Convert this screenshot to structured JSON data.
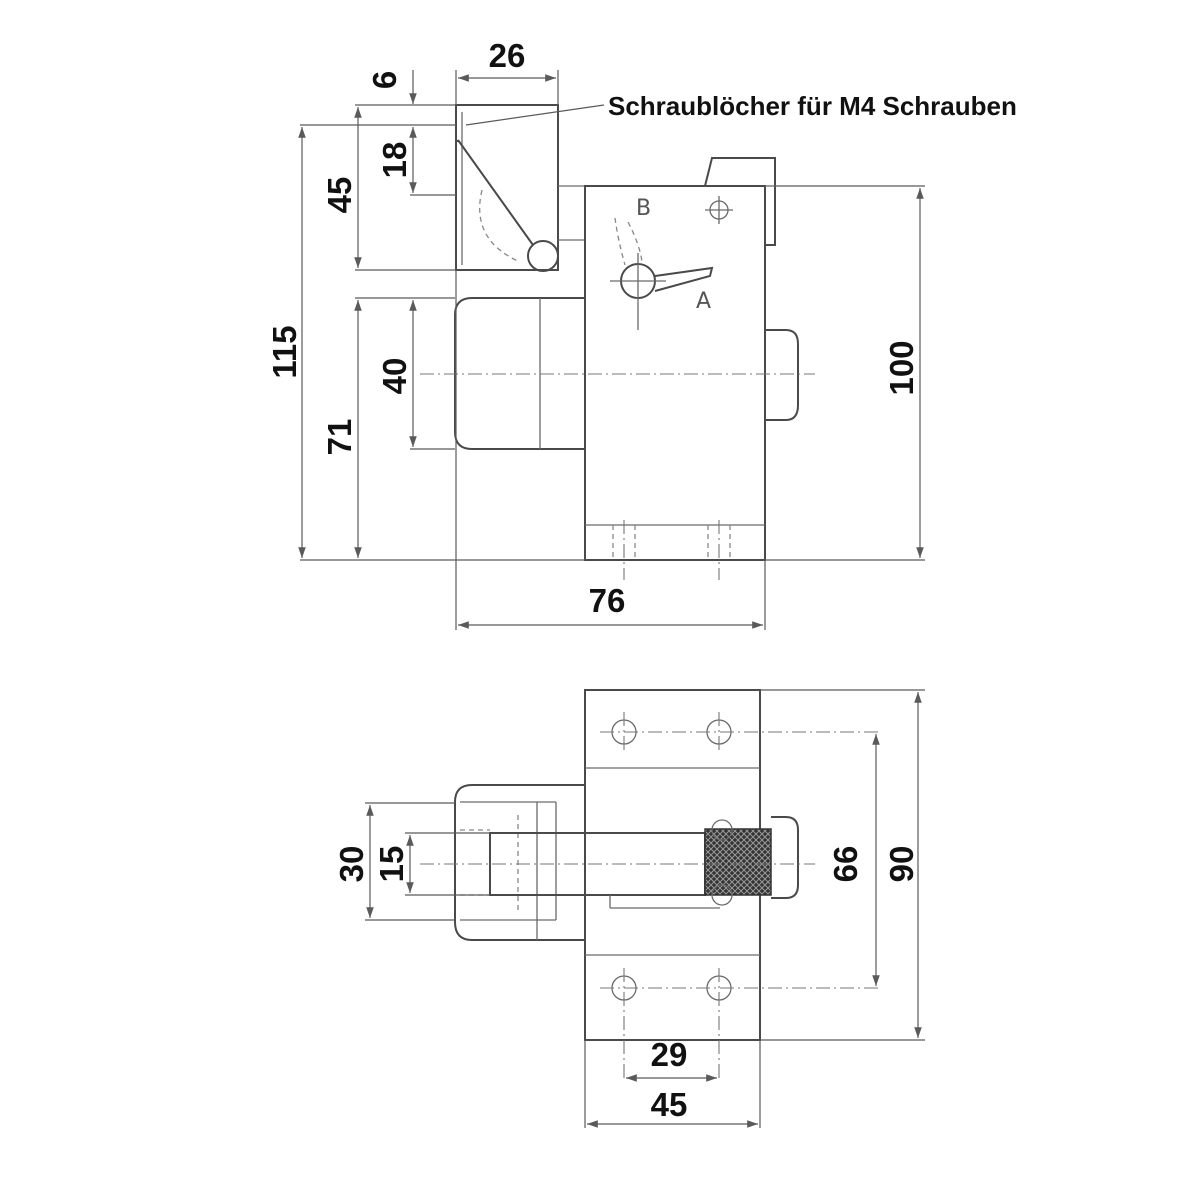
{
  "note": "Schraublöcher für M4 Schrauben",
  "view_top": {
    "dimensions": {
      "width_lever": "26",
      "hole_offset": "6",
      "hole_spacing": "18",
      "lever_height": "45",
      "total_height": "115",
      "body_height": "100",
      "bolt_height": "40",
      "lower_height": "71",
      "total_width": "76"
    },
    "position_labels": {
      "a": "A",
      "b": "B"
    }
  },
  "view_bottom": {
    "dimensions": {
      "outer_width": "30",
      "inner_width": "15",
      "hole_spacing_v": "66",
      "total_height": "90",
      "hole_spacing_h": "29",
      "plate_width": "45"
    }
  },
  "colors": {
    "line": "#4a4a4a",
    "text": "#111111",
    "background": "#ffffff"
  }
}
